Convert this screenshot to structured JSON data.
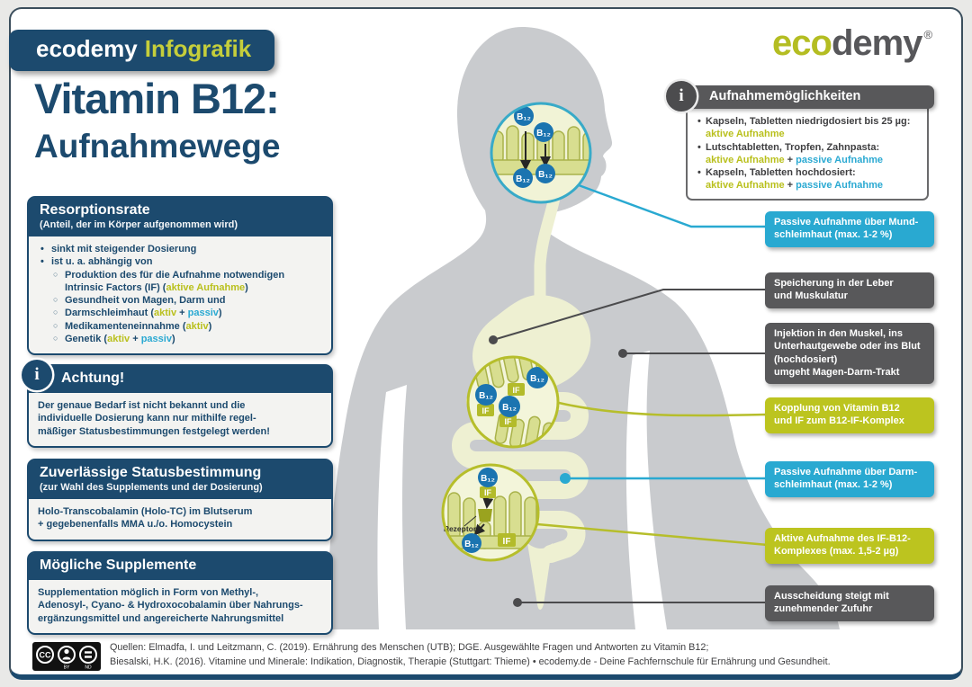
{
  "badge": {
    "brand": "ecodemy",
    "suffix": "Infografik"
  },
  "title": {
    "line1": "Vitamin B12:",
    "line2": "Aufnahmewege"
  },
  "logo": {
    "eco": "eco",
    "demy": "demy",
    "reg": "®"
  },
  "info_glyph": "i",
  "colors": {
    "dark_blue": "#1c4a6e",
    "yellow_green": "#bcc41f",
    "cyan": "#29a9d1",
    "dark_gray": "#58585a",
    "body_gray": "#c9cbce",
    "digestive_yellow": "#eef0d2",
    "b12_blue": "#1b74b0"
  },
  "resorption": {
    "title": "Resorptionsrate",
    "subtitle": "(Anteil, der im Körper aufgenommen wird)",
    "bullet1": "sinkt mit steigender Dosierung",
    "bullet2": "ist u. a. abhängig von",
    "sub1_pre": "Produktion des für die Aufnahme notwendigen Intrinsic Factors (IF) (",
    "sub1_active": "aktive Aufnahme",
    "sub1_post": ")",
    "sub2": "Gesundheit von Magen, Darm und",
    "sub3_pre": "Darmschleimhaut (",
    "sub3_aktiv": "aktiv",
    "sub3_plus": " + ",
    "sub3_passiv": "passiv",
    "sub3_post": ")",
    "sub4_pre": "Medikamenteneinnahme (",
    "sub4_aktiv": "aktiv",
    "sub4_post": ")",
    "sub5_pre": "Genetik (",
    "sub5_aktiv": "aktiv",
    "sub5_plus": " + ",
    "sub5_passiv": "passiv",
    "sub5_post": ")"
  },
  "achtung": {
    "title": "Achtung!",
    "body": "Der genaue Bedarf ist nicht bekannt und die\nindividuelle Dosierung kann nur mithilfe regel-\nmäßiger Statusbestimmungen festgelegt werden!"
  },
  "status": {
    "title": "Zuverlässige Statusbestimmung",
    "subtitle": "(zur Wahl des Supplements und der Dosierung)",
    "body": "Holo-Transcobalamin (Holo-TC) im Blutserum\n+ gegebenenfalls MMA u./o. Homocystein"
  },
  "supplemente": {
    "title": "Mögliche Supplemente",
    "body": "Supplementation möglich in Form von Methyl-,\nAdenosyl-, Cyano- & Hydroxocobalamin über Nahrungs-\nergänzungsmittel und angereicherte Nahrungsmittel"
  },
  "aufnahme": {
    "title": "Aufnahmemöglichkeiten",
    "item1_head": "Kapseln, Tabletten niedrigdosiert bis 25 µg:",
    "item1_active": "aktive Aufnahme",
    "item2_head": "Lutschtabletten, Tropfen, Zahnpasta:",
    "item2_active": "aktive Aufnahme",
    "item2_plus": " + ",
    "item2_passive": "passive Aufnahme",
    "item3_head": "Kapseln, Tabletten hochdosiert:",
    "item3_active": "aktive Aufnahme",
    "item3_plus": " + ",
    "item3_passive": "passive Aufnahme"
  },
  "callouts": [
    {
      "style": "cyan",
      "text": "Passive Aufnahme über Mund-\nschleimhaut (max. 1-2 %)"
    },
    {
      "style": "gray",
      "text": "Speicherung in der Leber\nund Muskulatur"
    },
    {
      "style": "gray",
      "text": "Injektion in den Muskel, ins\nUnterhautgewebe oder ins Blut\n(hochdosiert)\numgeht Magen-Darm-Trakt"
    },
    {
      "style": "yellow",
      "text": "Kopplung von Vitamin B12\nund IF zum B12-IF-Komplex"
    },
    {
      "style": "cyan",
      "text": "Passive Aufnahme über Darm-\nschleimhaut (max. 1-2 %)"
    },
    {
      "style": "yellow",
      "text": "Aktive Aufnahme des IF-B12-\nKomplexes (max. 1,5-2 µg)"
    },
    {
      "style": "gray",
      "text": "Ausscheidung steigt mit\nzunehmender Zufuhr"
    }
  ],
  "diagram": {
    "b12_label": "B₁₂",
    "if_label": "IF",
    "rezeptor_label": "Rezeptor"
  },
  "footer": {
    "cc": "CC",
    "by": "BY",
    "nd": "ND",
    "line1": "Quellen: Elmadfa, I. und Leitzmann, C. (2019). Ernährung des Menschen (UTB); DGE. Ausgewählte Fragen und Antworten zu Vitamin B12;",
    "line2": "Biesalski, H.K. (2016). Vitamine und Minerale: Indikation, Diagnostik, Therapie (Stuttgart: Thieme) • ecodemy.de - Deine Fachfernschule für Ernährung und Gesundheit."
  }
}
